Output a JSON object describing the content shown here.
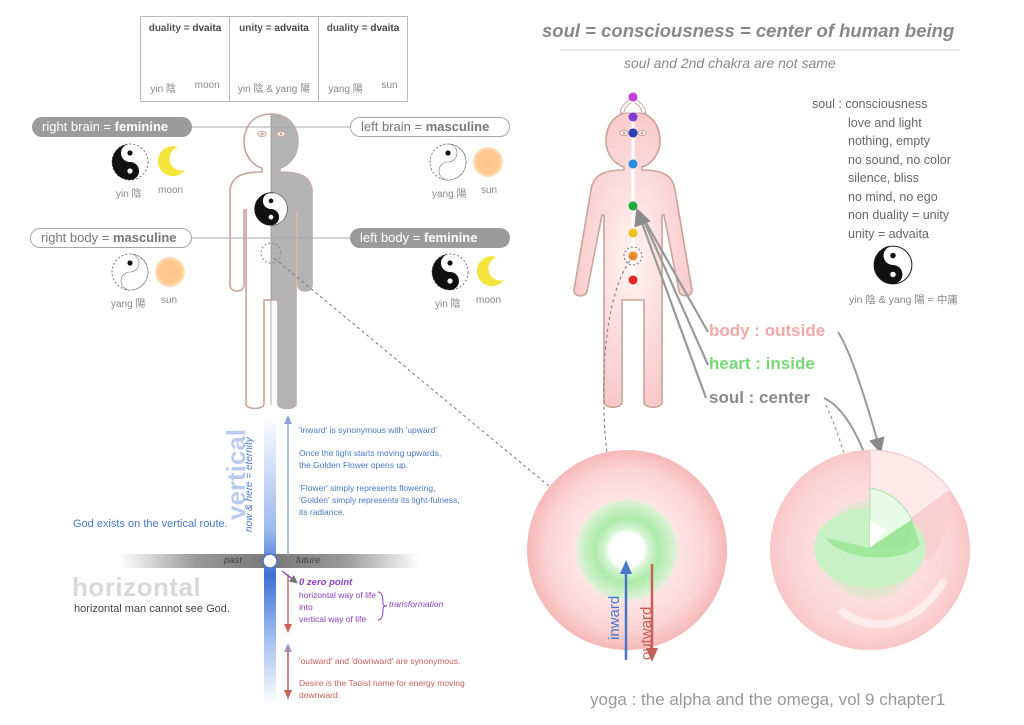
{
  "table": {
    "col1_header_a": "duality",
    "col1_header_b": "dvaita",
    "col1_cap_a": "yin 陰",
    "col1_cap_b": "moon",
    "col2_header_a": "unity",
    "col2_header_b": "advaita",
    "col2_cap": "yin 陰 & yang 陽",
    "col3_header_a": "duality",
    "col3_header_b": "dvaita",
    "col3_cap_a": "yang 陽",
    "col3_cap_b": "sun"
  },
  "brain": {
    "right_a": "right brain",
    "right_b": "feminine",
    "left_a": "left brain",
    "left_b": "masculine",
    "right_cap_a": "yin 陰",
    "right_cap_b": "moon",
    "left_cap_a": "yang 陽",
    "left_cap_b": "sun"
  },
  "body": {
    "right_a": "right body",
    "right_b": "masculine",
    "left_a": "left body",
    "left_b": "feminine",
    "right_cap_a": "yang 陽",
    "right_cap_b": "sun",
    "left_cap_a": "yin 陰",
    "left_cap_b": "moon"
  },
  "equals": "=",
  "title": "soul = consciousness = center of human being",
  "subtitle": "soul and 2nd chakra are not same",
  "soul_list": {
    "head": "soul : consciousness",
    "items": [
      "love and light",
      "nothing, empty",
      "no sound, no color",
      "silence, bliss",
      "no mind, no ego",
      "non duality = unity",
      "unity = advaita"
    ],
    "cap": "yin 陰 & yang 陽 = 中庸"
  },
  "layers": {
    "body": "body : outside",
    "heart": "heart : inside",
    "soul": "soul : center"
  },
  "vertical": {
    "title": "vertical",
    "sub": "now & here = eternity",
    "note1": "'inward' is synonymous with 'upward'",
    "note2a": "Once the light starts moving upwards,",
    "note2b": "the Golden Flower opens up.",
    "note3a": "'Flower' simply represents flowering,",
    "note3b": "'Golden' simply represents its light-fulness,",
    "note3c": "its radiance.",
    "god": "God exists on the vertical route."
  },
  "horizontal": {
    "title": "horizontal",
    "sub": "horizontal man cannot see God.",
    "past": "past",
    "future": "future"
  },
  "zero": {
    "label": "0 zero point",
    "l1": "horizontal way of life",
    "l2": "into",
    "l3": "vertical way of life",
    "transform": "transformation"
  },
  "bottom_notes": {
    "n1": "'outward' and 'downward' are synonymous.",
    "n2a": "Desire is the Taoist name for energy moving",
    "n2b": "downward."
  },
  "sphere": {
    "inward": "inward",
    "outward": "outward"
  },
  "footer": "yoga : the alpha and the omega, vol 9 chapter1",
  "colors": {
    "body_pink": "#f6c8c6",
    "heart_green": "#9ee89e",
    "soul_grey": "#8a8a8a",
    "vertical_blue": "#4a78c8",
    "outward_red": "#c8605a",
    "zero_purple": "#8a3fc2"
  }
}
